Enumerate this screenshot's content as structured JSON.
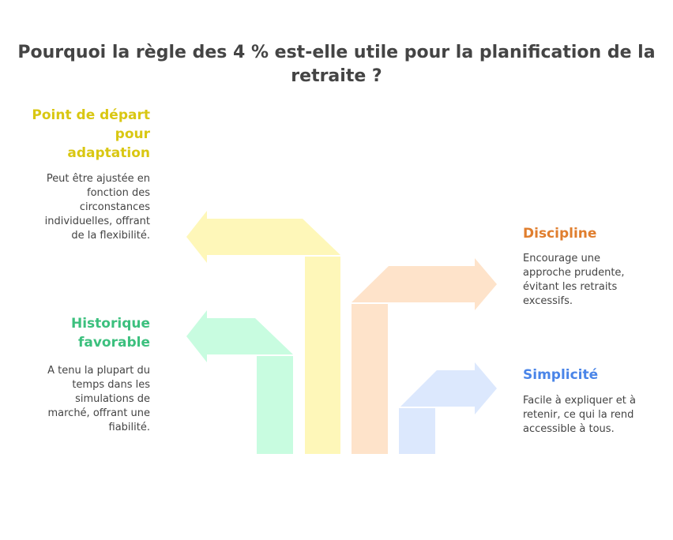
{
  "title": "Pourquoi la règle des 4 % est-elle utile pour la planification de la retraite ?",
  "items": [
    {
      "heading": "Point de départ pour adaptation",
      "description": "Peut être ajustée en fonction des circonstances individuelles, offrant de la flexibilité.",
      "color": "#D9C712",
      "fill": "#FEF7B9",
      "direction": "left"
    },
    {
      "heading": "Historique favorable",
      "description": "A tenu la plupart du temps dans les simulations de marché, offrant une fiabilité.",
      "color": "#3CC07E",
      "fill": "#C8FCE0",
      "direction": "left"
    },
    {
      "heading": "Discipline",
      "description": "Encourage une approche prudente, évitant les retraits excessifs.",
      "color": "#E07E2E",
      "fill": "#FEE3CA",
      "direction": "right"
    },
    {
      "heading": "Simplicité",
      "description": "Facile à expliquer et à retenir, ce qui la rend accessible à tous.",
      "color": "#4A85E8",
      "fill": "#DCE8FD",
      "direction": "right"
    }
  ]
}
